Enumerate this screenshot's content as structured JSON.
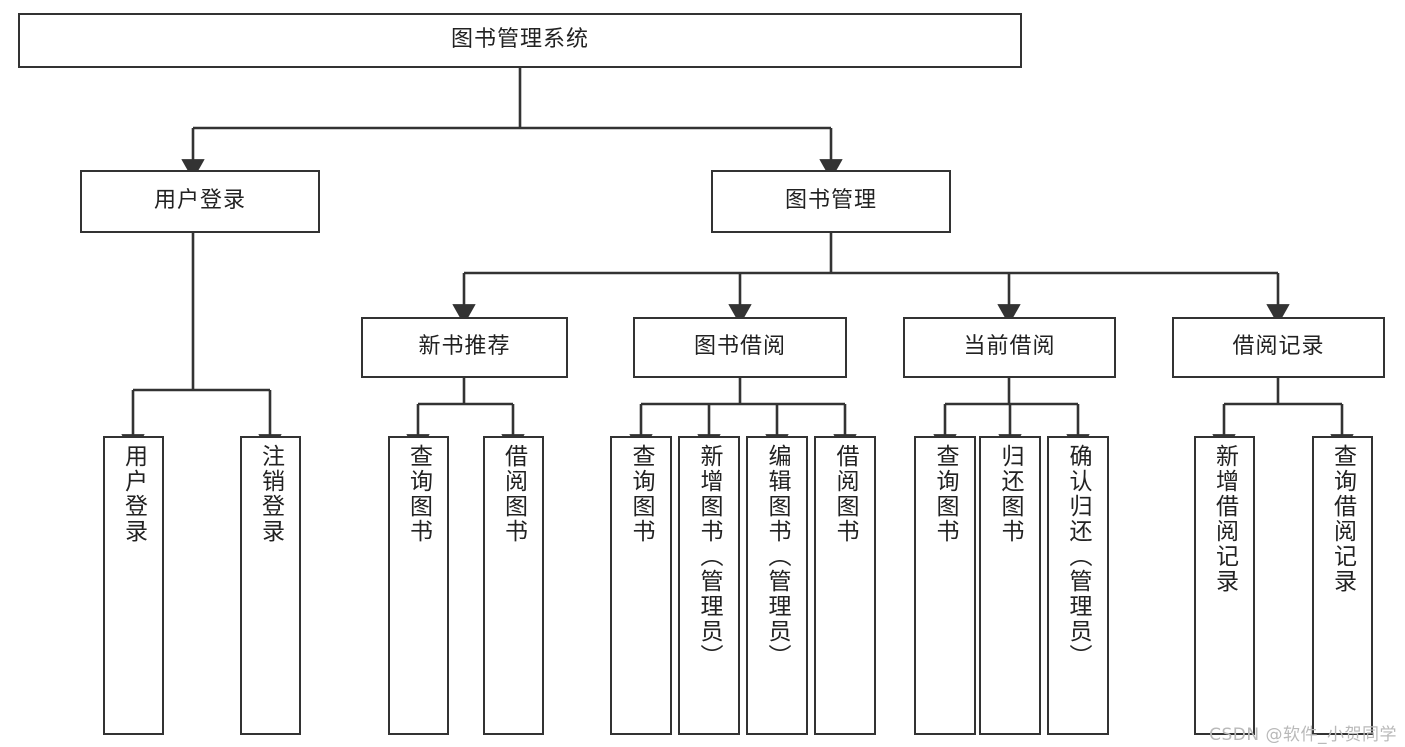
{
  "diagram": {
    "title": "图书管理系统",
    "type": "tree-hierarchy-chart",
    "watermark": "CSDN @软件_小贺同学",
    "colors": {
      "background": "#ffffff",
      "box_border": "#333333",
      "connector_line": "#333333",
      "text": "#222222",
      "watermark": "#b9b9b9"
    },
    "nodes": {
      "root": {
        "label": "图书管理系统"
      },
      "level2": [
        {
          "id": "user-login",
          "label": "用户登录"
        },
        {
          "id": "book-management",
          "label": "图书管理"
        }
      ],
      "level3": [
        {
          "id": "new-book-recommend",
          "label": "新书推荐"
        },
        {
          "id": "book-borrow",
          "label": "图书借阅"
        },
        {
          "id": "current-borrow",
          "label": "当前借阅"
        },
        {
          "id": "borrow-record",
          "label": "借阅记录"
        }
      ],
      "leaves": [
        {
          "id": "leaf-user-login",
          "label": "用户登录",
          "parent": "user-login"
        },
        {
          "id": "leaf-logout-login",
          "label": "注销登录",
          "parent": "user-login"
        },
        {
          "id": "leaf-query-book-1",
          "label": "查询图书",
          "parent": "new-book-recommend"
        },
        {
          "id": "leaf-borrow-book-1",
          "label": "借阅图书",
          "parent": "new-book-recommend"
        },
        {
          "id": "leaf-query-book-2",
          "label": "查询图书",
          "parent": "book-borrow"
        },
        {
          "id": "leaf-add-book",
          "label": "新增图书（管理员）",
          "parent": "book-borrow"
        },
        {
          "id": "leaf-edit-book",
          "label": "编辑图书（管理员）",
          "parent": "book-borrow"
        },
        {
          "id": "leaf-borrow-book-2",
          "label": "借阅图书",
          "parent": "book-borrow"
        },
        {
          "id": "leaf-query-book-3",
          "label": "查询图书",
          "parent": "current-borrow"
        },
        {
          "id": "leaf-return-book",
          "label": "归还图书",
          "parent": "current-borrow"
        },
        {
          "id": "leaf-confirm-return",
          "label": "确认归还（管理员）",
          "parent": "current-borrow"
        },
        {
          "id": "leaf-add-record",
          "label": "新增借阅记录",
          "parent": "borrow-record"
        },
        {
          "id": "leaf-query-record",
          "label": "查询借阅记录",
          "parent": "borrow-record"
        }
      ]
    }
  }
}
